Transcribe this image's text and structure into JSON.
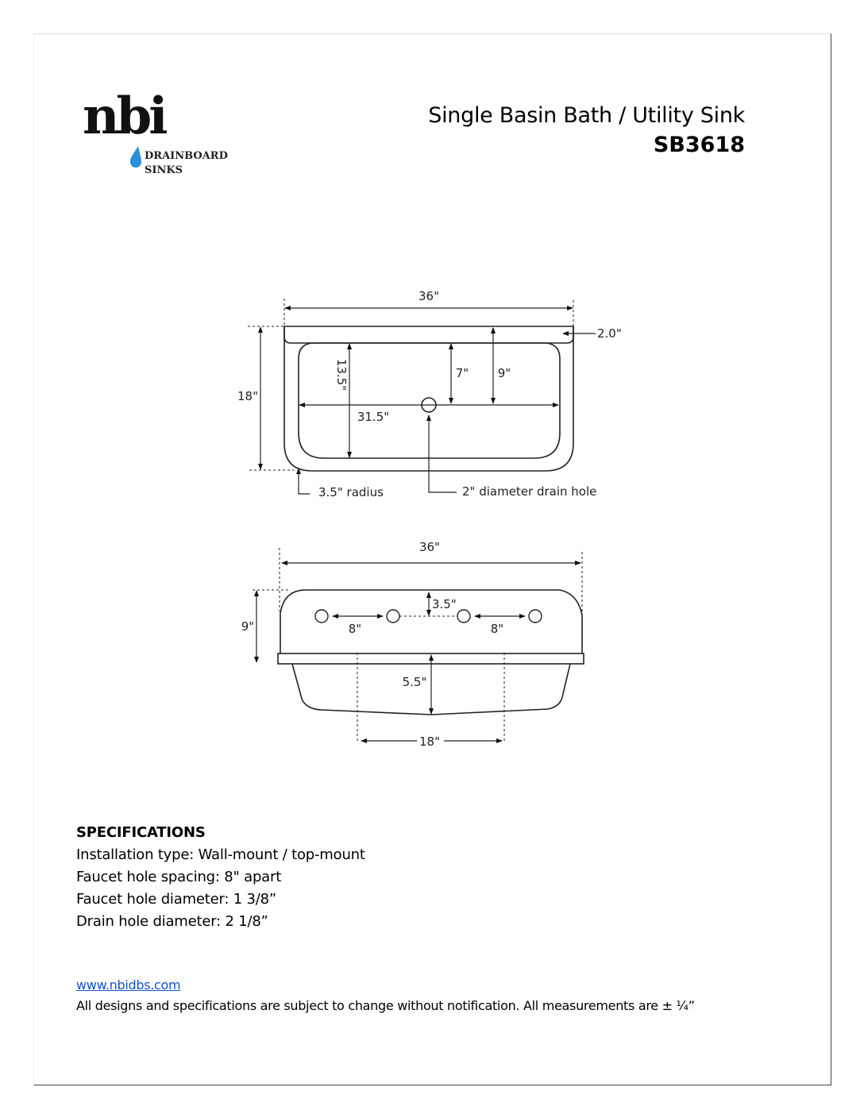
{
  "header": {
    "logo_text": "nbi",
    "logo_sub1": "DRAINBOARD",
    "logo_sub2": "SINKS",
    "title": "Single Basin Bath / Utility Sink",
    "model": "SB3618"
  },
  "top_view": {
    "width": "36\"",
    "depth": "18\"",
    "rim": "2.0\"",
    "inner_depth": "13.5\"",
    "inner_width": "31.5\"",
    "drain_offset_inner": "7\"",
    "drain_offset_outer": "9\"",
    "radius_note": "3.5\" radius",
    "drain_note": "2\" diameter drain hole"
  },
  "front_view": {
    "width": "36\"",
    "height": "9\"",
    "hole_top_offset": "3.5\"",
    "hole_spacing_left": "8\"",
    "hole_spacing_right": "8\"",
    "basin_depth": "5.5\"",
    "bottom_width": "18\""
  },
  "specs": {
    "heading": "SPECIFICATIONS",
    "lines": [
      "Installation type: Wall-mount / top-mount",
      "Faucet hole spacing: 8\" apart",
      "Faucet hole diameter: 1 3/8”",
      "Drain hole diameter: 2 1/8”"
    ]
  },
  "footer": {
    "website": "www.nbidbs.com",
    "disclaimer": "All designs and specifications are subject to change without notification. All measurements are ± ¼”"
  },
  "colors": {
    "link": "#1155cc",
    "drop": "#2a8fd6"
  }
}
